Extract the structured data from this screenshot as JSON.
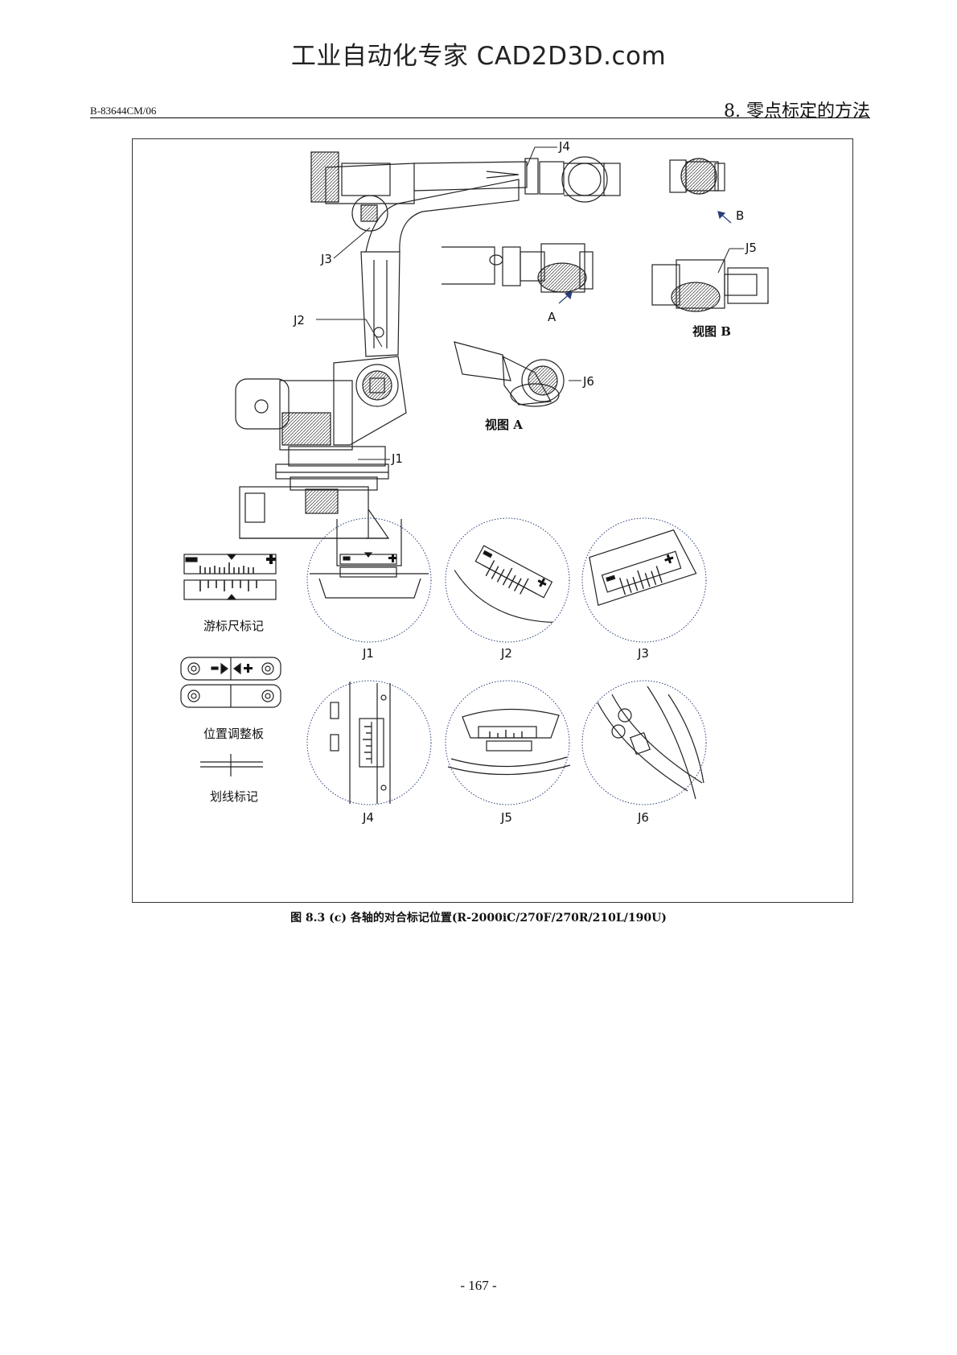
{
  "watermark": "工业自动化专家 CAD2D3D.com",
  "header": {
    "doc_code": "B-83644CM/06",
    "section_title": "8. 零点标定的方法"
  },
  "figure": {
    "axis_labels": {
      "j1": "J1",
      "j2": "J2",
      "j3": "J3",
      "j4": "J4",
      "j5": "J5",
      "j6": "J6"
    },
    "arrow_labels": {
      "a": "A",
      "b": "B"
    },
    "view_a": "视图 A",
    "view_b": "视图 B",
    "legend": {
      "vernier": "游标尺标记",
      "plate": "位置调整板",
      "scribe": "划线标记"
    },
    "caption": "图 8.3 (c)  各轴的对合标记位置(R-2000iC/270F/270R/210L/190U)"
  },
  "page_number": "- 167 -"
}
